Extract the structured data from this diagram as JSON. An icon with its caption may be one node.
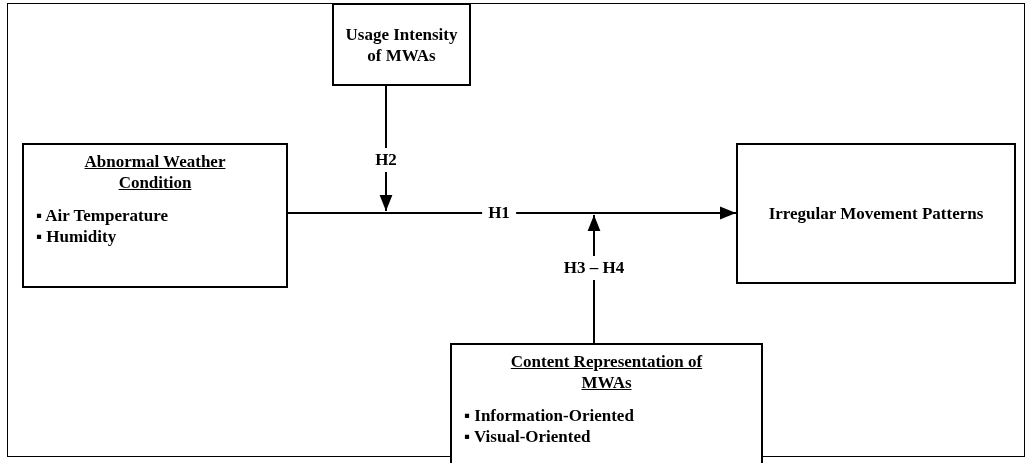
{
  "diagram": {
    "nodes": [
      {
        "text": [
          "Abnormal Weather Condition",
          "▪ Air Temperature",
          "▪ Humidity"
        ]
      },
      {
        "text": [
          "Usage Intensity of MWAs"
        ]
      },
      {
        "text": [
          "Irregular Movement Patterns"
        ]
      },
      {
        "text": [
          "Content Representation of MWAs",
          "▪ Information-Oriented",
          "▪ Visual-Oriented"
        ]
      }
    ],
    "edges": [
      {
        "from": 0,
        "to": 2,
        "arrow": "to",
        "label": "H1"
      },
      {
        "from": 1,
        "to": null,
        "arrow": "to",
        "label": "H2"
      },
      {
        "from": 3,
        "to": null,
        "arrow": "to",
        "label": "H3 – H4"
      }
    ]
  }
}
